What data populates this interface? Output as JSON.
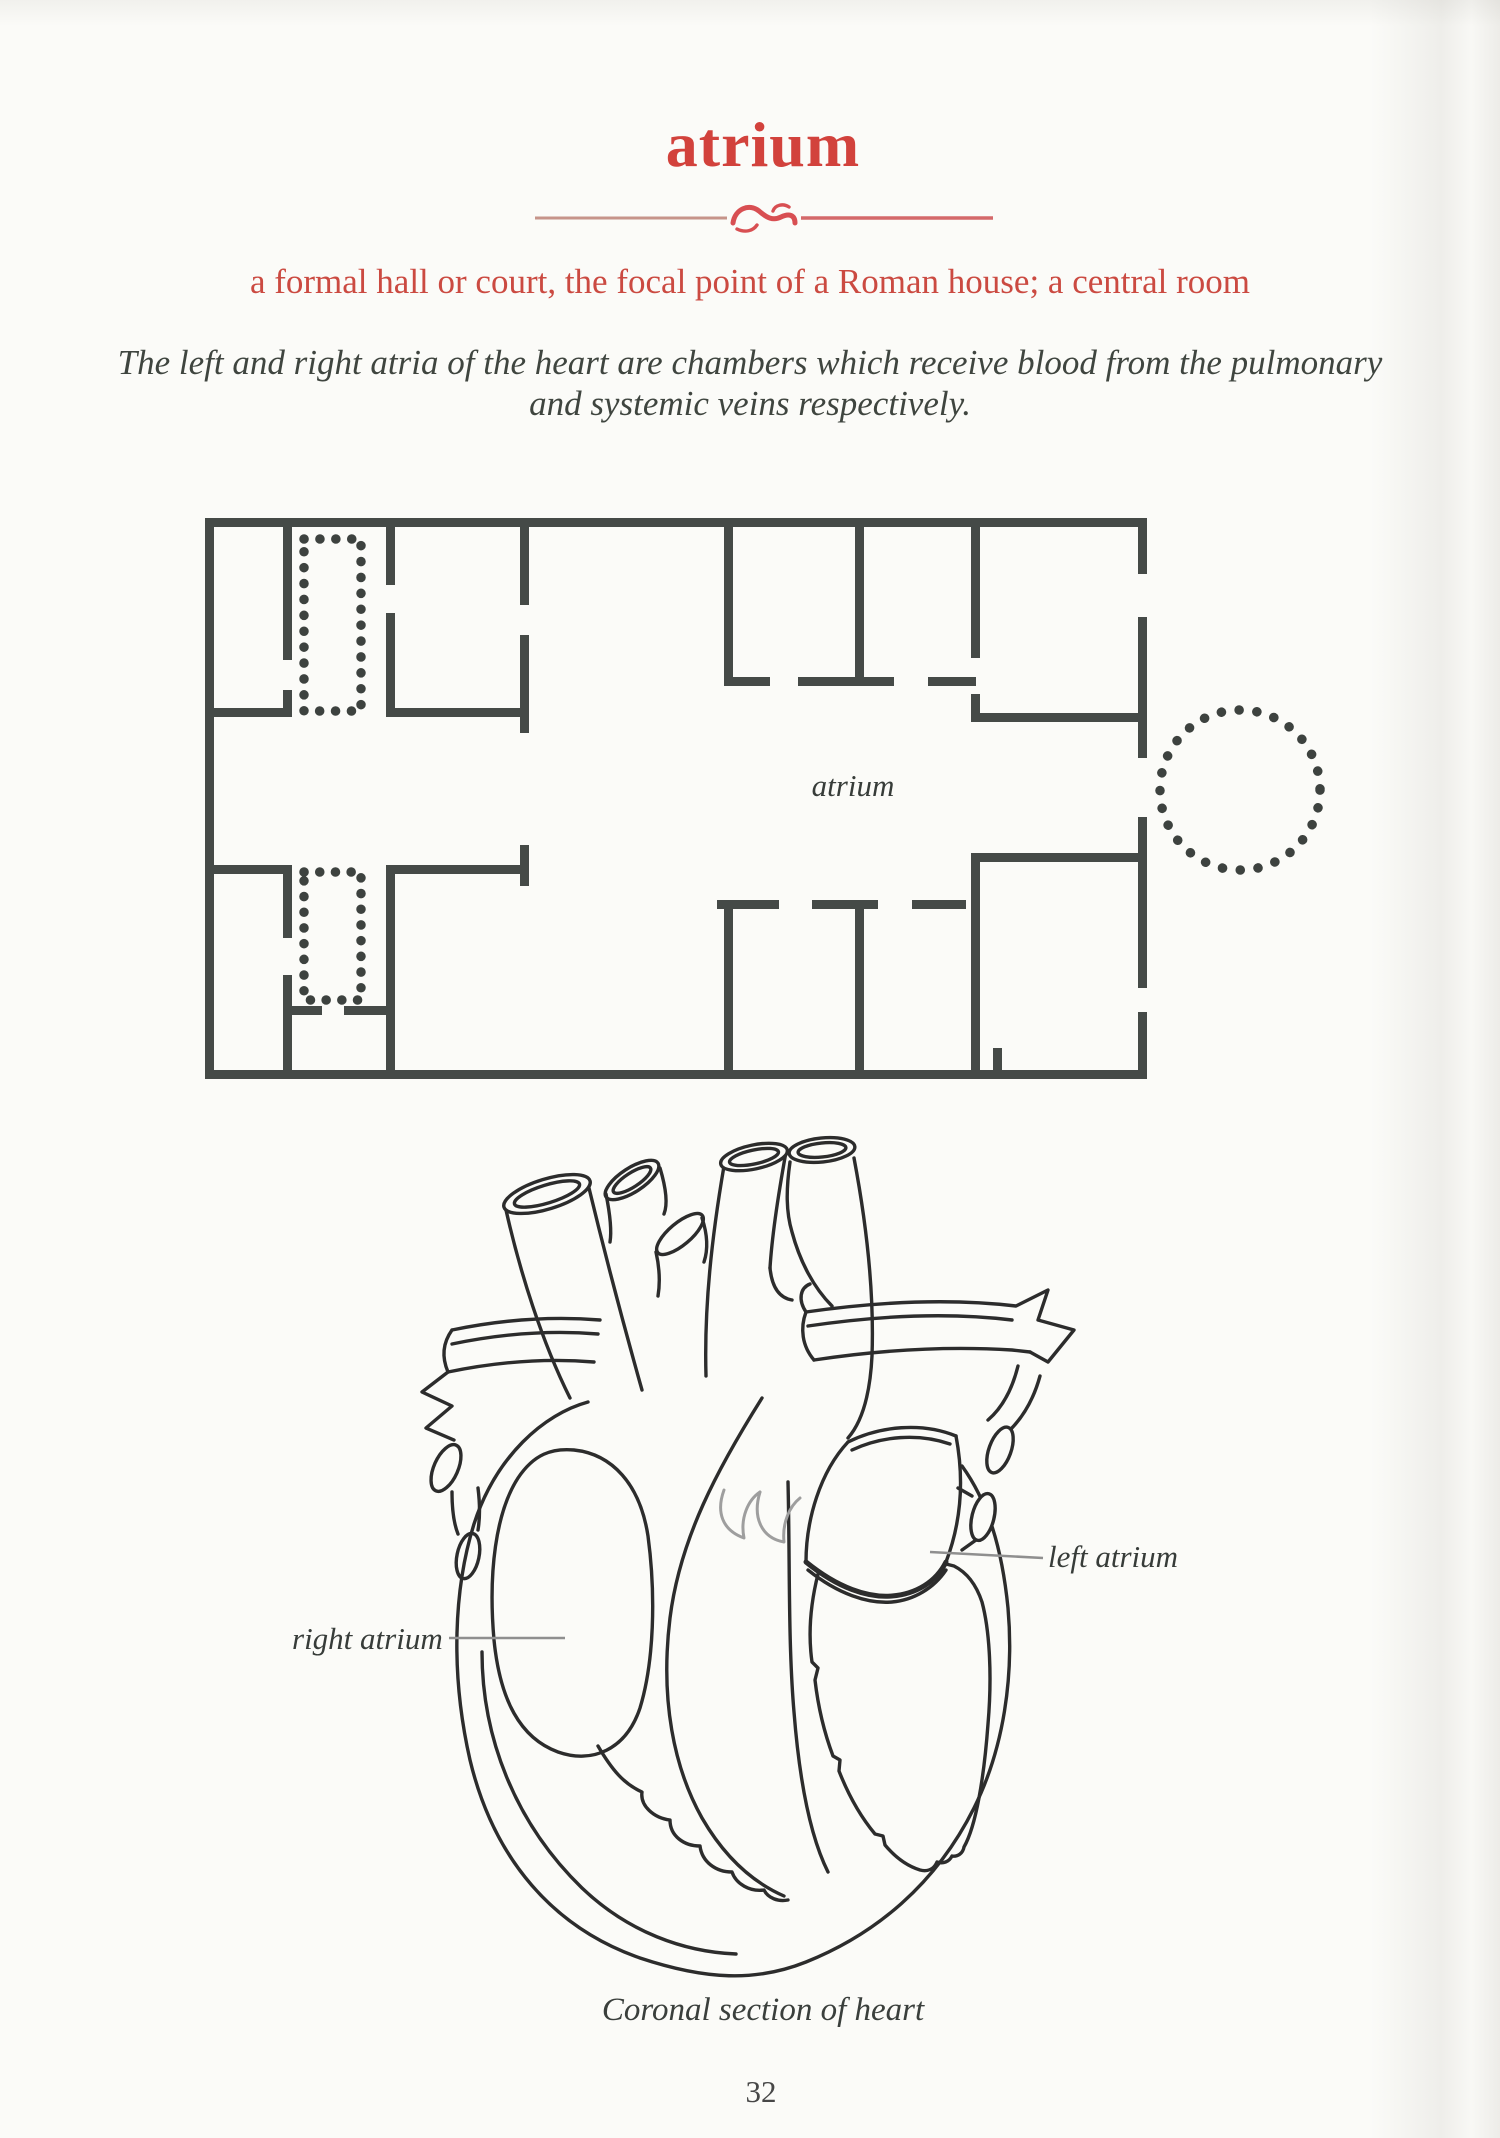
{
  "header": {
    "title": "atrium",
    "definition": "a formal hall or court, the focal point of a Roman house; a central room"
  },
  "usage": {
    "line1": "The left and right atria of the heart are chambers which receive blood from the pulmonary",
    "line2": "and systemic veins respectively."
  },
  "floor_plan": {
    "room_label": "atrium"
  },
  "heart_figure": {
    "label_right": "right atrium",
    "label_left": "left atrium",
    "caption": "Coronal section of heart"
  },
  "footer": {
    "page_number": "32"
  },
  "colors": {
    "accent_red": "#d2423c",
    "definition_red": "#cb4a41",
    "wall_gray": "#454a47",
    "dot_gray": "#3d423f",
    "ink": "#2c2c2c",
    "leader_gray": "#8f8f8f",
    "paper": "#fbfbf8"
  }
}
